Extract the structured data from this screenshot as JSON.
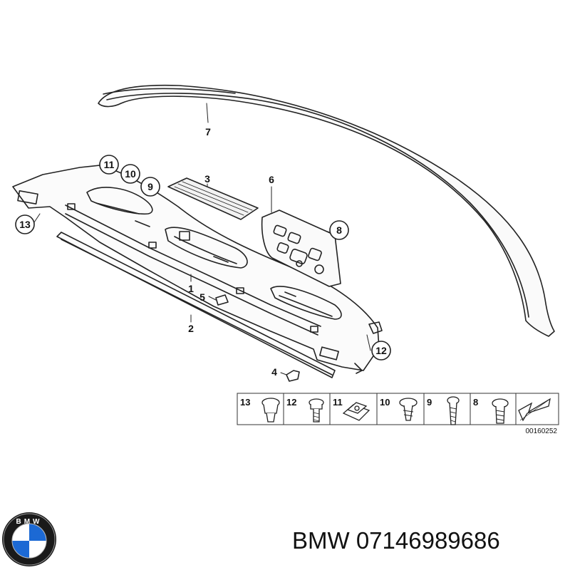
{
  "diagram": {
    "callouts": [
      {
        "id": "p1",
        "label": "1"
      },
      {
        "id": "p2",
        "label": "2"
      },
      {
        "id": "p3",
        "label": "3"
      },
      {
        "id": "p4",
        "label": "4"
      },
      {
        "id": "p5",
        "label": "5"
      },
      {
        "id": "p6",
        "label": "6"
      },
      {
        "id": "p7",
        "label": "7"
      },
      {
        "id": "p8",
        "label": "8"
      },
      {
        "id": "p9",
        "label": "9"
      },
      {
        "id": "p10",
        "label": "10"
      },
      {
        "id": "p11",
        "label": "11"
      },
      {
        "id": "p12",
        "label": "12"
      },
      {
        "id": "p13",
        "label": "13"
      }
    ],
    "fastener_strip": [
      "13",
      "12",
      "11",
      "10",
      "9",
      "8"
    ],
    "drawing_code": "00160252"
  },
  "caption": {
    "brand": "BMW",
    "part_number": "07146989686"
  },
  "logo": {
    "letters": "BMW",
    "colors": {
      "blue": "#1c69d4",
      "white": "#ffffff",
      "ring": "#111111"
    }
  }
}
